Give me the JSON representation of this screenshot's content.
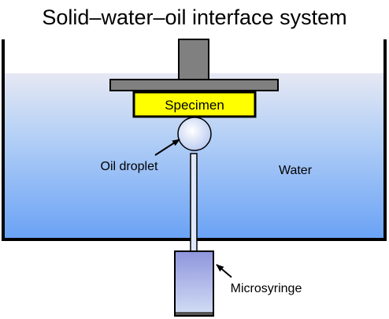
{
  "diagram": {
    "title": "Solid–water–oil interface system",
    "labels": {
      "specimen": "Specimen",
      "oil_droplet": "Oil droplet",
      "water": "Water",
      "microsyringe": "Microsyringe"
    },
    "colors": {
      "water_top": "#e6e8f3",
      "water_bottom": "#6aa2f5",
      "specimen": "#ffff00",
      "holder": "#808080",
      "syringe_top": "#8f95dc",
      "syringe_bottom": "#d3dff5"
    }
  }
}
